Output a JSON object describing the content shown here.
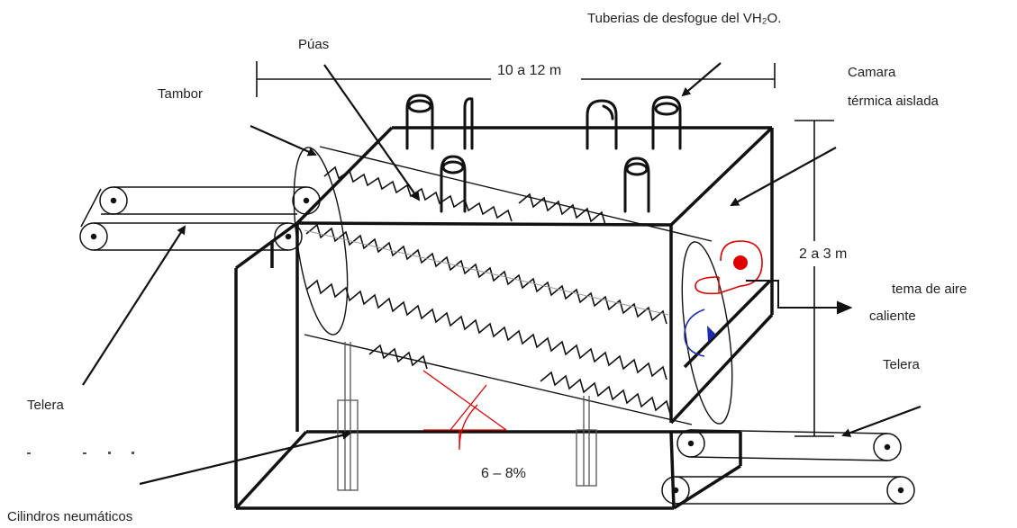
{
  "diagram": {
    "labels": {
      "pipes": "Tuberias de desfogue del VH₂O.",
      "spikes": "Púas",
      "length": "10 a 12 m",
      "chamber_line1": "Camara",
      "chamber_line2": "térmica aislada",
      "drum": "Tambor",
      "height": "2 a 3 m",
      "air_line1": "tema de aire",
      "air_line2": "caliente",
      "conveyor_right": "Telera",
      "conveyor_left": "Telera",
      "slope": "6 – 8%",
      "cylinders": "Cilindros neumáticos"
    },
    "colors": {
      "ink": "#111111",
      "accent_red": "#e00000",
      "accent_blue": "#1a2db0",
      "light_gray": "#9a9a9a"
    }
  }
}
